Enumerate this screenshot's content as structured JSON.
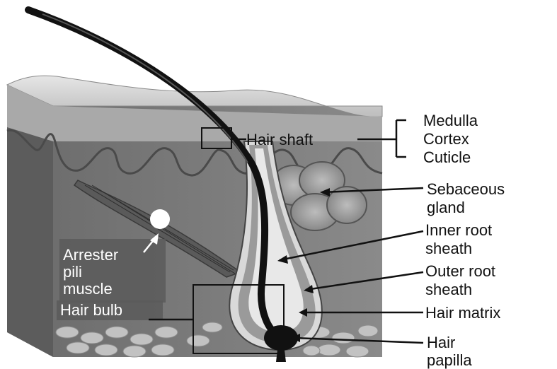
{
  "labels": {
    "medulla": "Medulla",
    "cortex": "Cortex",
    "cuticle": "Cuticle",
    "hair_shaft": "Hair shaft",
    "sebaceous_gland": [
      "Sebaceous",
      "gland"
    ],
    "inner_root_sheath": [
      "Inner root",
      "sheath"
    ],
    "outer_root_sheath": [
      "Outer root",
      "sheath"
    ],
    "hair_matrix": "Hair matrix",
    "hair_papilla": [
      "Hair",
      "papilla"
    ],
    "arrector_pili_muscle": [
      "Arrester",
      "pili",
      "muscle"
    ],
    "hair_bulb": "Hair bulb"
  },
  "colors": {
    "skin_surface": "#c9c9c9",
    "dermis": "#7c7c7c",
    "hair": "#111111",
    "label_text": "#111111"
  }
}
